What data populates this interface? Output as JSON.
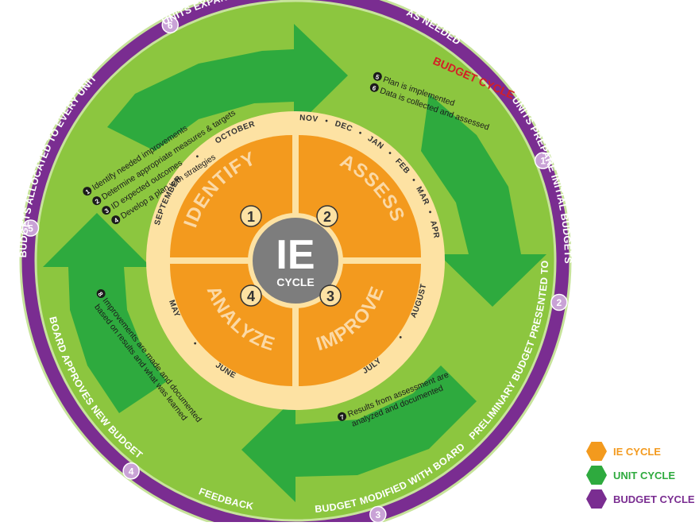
{
  "center": {
    "title": "IE",
    "subtitle": "CYCLE"
  },
  "budget_cycle_label": "BUDGET CYCLE",
  "quadrants": [
    {
      "number": "1",
      "label": "IDENTIFY"
    },
    {
      "number": "2",
      "label": "ASSESS"
    },
    {
      "number": "3",
      "label": "ANALYZE"
    },
    {
      "number": "4",
      "label": "IMPROVE"
    }
  ],
  "months": {
    "identify": [
      "SEPTEMBER",
      "•",
      "OCTOBER"
    ],
    "assess": [
      "NOV",
      "•",
      "DEC",
      "•",
      "JAN",
      "•",
      "FEB",
      "•",
      "MAR",
      "•",
      "APR"
    ],
    "analyze": [
      "MAY",
      "•",
      "JUNE"
    ],
    "improve": [
      "JULY",
      "•",
      "AUGUST"
    ]
  },
  "budget_steps": [
    {
      "number": "1",
      "label": "UNITS PREPARE INITIAL BUDGETS"
    },
    {
      "number": "2",
      "label": "PRELIMINARY BUDGET PRESENTED TO BOARD"
    },
    {
      "number": "3",
      "label": "BUDGET MODIFIED WITH BOARD"
    },
    {
      "number": "4",
      "label": "BOARD APPROVES NEW BUDGET"
    },
    {
      "number": "5",
      "label": "BUDGETS ALLOCATED TO EVERY UNIT"
    },
    {
      "number": "6",
      "label": "UNITS EXPAND/MODIFY BUDGETS"
    }
  ],
  "feedback_label": "FEEDBACK",
  "as_needed_label": "AS NEEDED",
  "notes": [
    {
      "number": "1",
      "text": "Identify needed improvements"
    },
    {
      "number": "2",
      "text": "Determine appropriate measures & targets"
    },
    {
      "number": "3",
      "text": "ID expected outcomes"
    },
    {
      "number": "4",
      "text": "Develop a plan with strategies"
    },
    {
      "number": "5",
      "text": "Plan is implemented"
    },
    {
      "number": "6",
      "text": "Data is collected and assessed"
    },
    {
      "number": "7",
      "text": "Results from assessment are",
      "text2": "analyzed and documented"
    },
    {
      "number": "8",
      "text": "Improvements are made and documented",
      "text2": "based on results and what was learned"
    }
  ],
  "legend": [
    {
      "label": "IE CYCLE",
      "color": "#f39a1e",
      "text_color": "#f39a1e"
    },
    {
      "label": "UNIT CYCLE",
      "color": "#2eaa3e",
      "text_color": "#2eaa3e"
    },
    {
      "label": "BUDGET CYCLE",
      "color": "#7a2d91",
      "text_color": "#7a2d91"
    }
  ],
  "colors": {
    "purple": "#7a2d91",
    "purple_light": "#c9a2d6",
    "green_bg": "#8cc63f",
    "green_arrow": "#2eaa3e",
    "cream": "#fde2a3",
    "orange": "#f39a1e",
    "gray": "#7d7d7d",
    "red": "#d41e26"
  }
}
